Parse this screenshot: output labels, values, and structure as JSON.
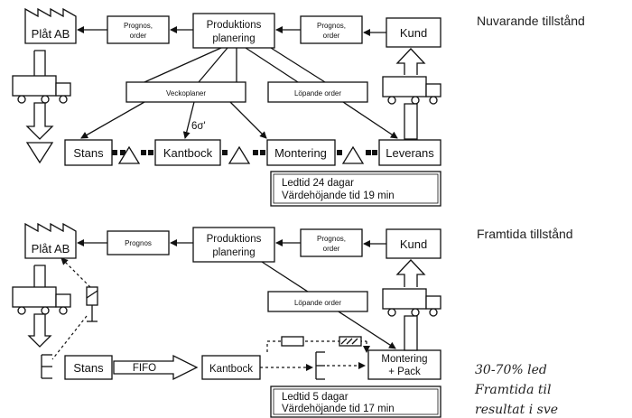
{
  "current": {
    "title": "Nuvarande tillstånd",
    "supplier": "Plåt AB",
    "forecast_left": [
      "Prognos,",
      "order"
    ],
    "planning": [
      "Produktions",
      "planering"
    ],
    "forecast_right": [
      "Prognos,",
      "order"
    ],
    "customer": "Kund",
    "weekly_plans": "Veckoplaner",
    "running_orders": "Löpande order",
    "go_see": "6σ'",
    "processes": [
      "Stans",
      "Kantbock",
      "Montering",
      "Leverans"
    ],
    "lead_time": "Ledtid 24 dagar",
    "value_time": "Värdehöjande tid 19 min"
  },
  "future": {
    "title": "Framtida tillstånd",
    "supplier": "Plåt AB",
    "forecast_left": "Prognos",
    "planning": [
      "Produktions",
      "planering"
    ],
    "forecast_right": [
      "Prognos,",
      "order"
    ],
    "customer": "Kund",
    "running_orders": "Löpande order",
    "processes": [
      "Stans",
      "Kantbock"
    ],
    "fifo": "FIFO",
    "assembly": [
      "Montering",
      "+ Pack"
    ],
    "lead_time": "Ledtid 5 dagar",
    "value_time": "Värdehöjande tid 17 min"
  },
  "side_note": [
    "30-70% led",
    "Framtida til",
    "resultat i sve"
  ]
}
